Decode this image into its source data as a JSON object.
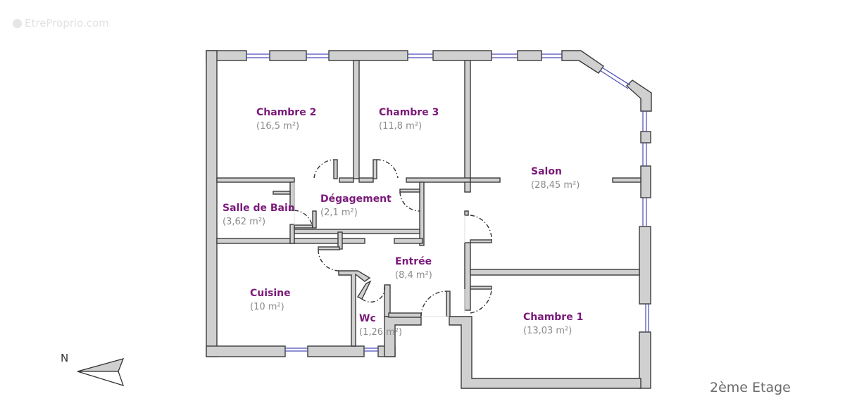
{
  "watermark": {
    "text": "EtreProprio.com"
  },
  "compass": {
    "label": "N",
    "icon": "north-arrow-icon"
  },
  "floor": {
    "label": "2ème Etage"
  },
  "colors": {
    "wall_fill": "#d0d0d0",
    "wall_stroke": "#3c3c3c",
    "window": "#4a4ab8",
    "room_name": "#7a1a7a",
    "room_area": "#8a8a8a"
  },
  "rooms": [
    {
      "id": "chambre-2",
      "name": "Chambre 2",
      "area": "(16,5 m²)"
    },
    {
      "id": "chambre-3",
      "name": "Chambre 3",
      "area": "(11,8 m²)"
    },
    {
      "id": "salon",
      "name": "Salon",
      "area": "(28,45 m²)"
    },
    {
      "id": "degagement",
      "name": "Dégagement",
      "area": "(2,1 m²)"
    },
    {
      "id": "salle-de-bain",
      "name": "Salle de Bain",
      "area": "(3,62 m²)"
    },
    {
      "id": "entree",
      "name": "Entrée",
      "area": "(8,4 m²)"
    },
    {
      "id": "cuisine",
      "name": "Cuisine",
      "area": "(10 m²)"
    },
    {
      "id": "wc",
      "name": "Wc",
      "area": "(1,26 m²)"
    },
    {
      "id": "chambre-1",
      "name": "Chambre 1",
      "area": "(13,03 m²)"
    }
  ]
}
